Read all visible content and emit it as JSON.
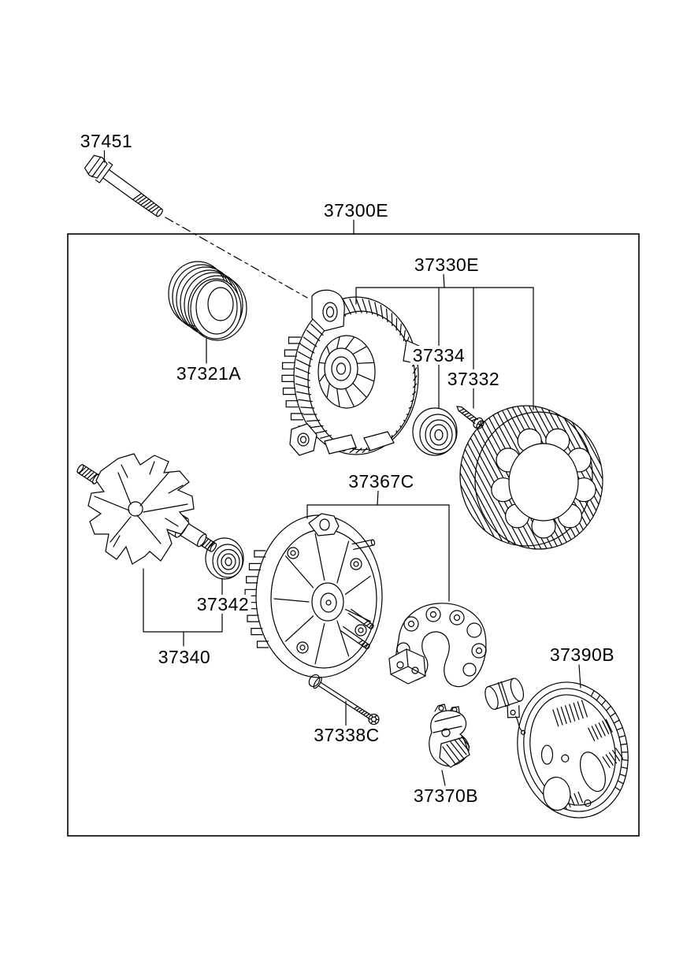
{
  "diagram": {
    "type": "exploded-parts-diagram",
    "colors": {
      "background": "#ffffff",
      "line": "#000000",
      "text": "#000000"
    }
  },
  "parts": {
    "through_bolt": "37451",
    "assembly": "37300E",
    "pulley": "37321A",
    "stator": "37330E",
    "bearing_front": "37334",
    "screw": "37332",
    "rotor": "37340",
    "bearing_rear": "37342",
    "rear_bracket": "37367C",
    "mount_bolt": "37338C",
    "brush_holder": "37370B",
    "rear_cover": "37390B"
  }
}
